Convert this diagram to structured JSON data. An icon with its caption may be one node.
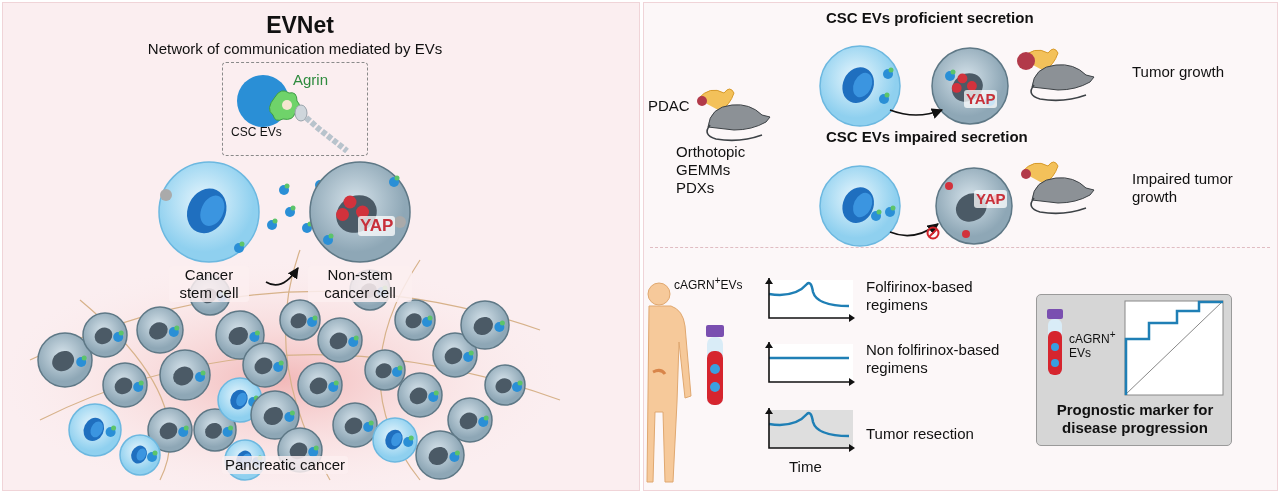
{
  "diagram": {
    "title": "EVNet",
    "nodes": [
      {
        "text": [
          "Agrin",
          "CSC EVs"
        ]
      },
      {
        "text": [
          "Cancer stem cell"
        ]
      },
      {
        "text": [
          "YAP",
          "Non-stem cancer cell"
        ]
      },
      {
        "text": [
          "PDAC",
          "Orthotopic GEMMs PDXs"
        ]
      },
      {
        "text": [],
        "shape": "circle"
      },
      {
        "text": [
          "YAP"
        ]
      },
      {
        "text": [],
        "shape": "picture",
        "beside": [
          "Tumor growth"
        ]
      },
      {
        "text": [],
        "shape": "circle"
      },
      {
        "text": [
          "YAP"
        ]
      },
      {
        "text": [],
        "shape": "picture",
        "beside": [
          "Impaired tumor growth"
        ]
      },
      {
        "text": [
          "cAGRN$^{+}$ EVs",
          "Prognostic marker for disease progression"
        ]
      }
    ],
    "edges": [
      {
        "from": 1,
        "to": 2,
        "arrow": "to"
      },
      {
        "from": 4,
        "to": 5,
        "arrow": "to"
      },
      {
        "from": 7,
        "to": 8,
        "arrow": "to"
      }
    ],
    "labels": [
      "Network of communication mediated by EVs",
      "Pancreatic cancer",
      "CSC EVs proficient secretion",
      "CSC EVs impaired secretion",
      "cAGRN$^{+}$EVs",
      "Folfirinox-based regimens",
      "Non folfirinox-based regimens",
      "Tumor resection",
      "Time"
    ]
  }
}
